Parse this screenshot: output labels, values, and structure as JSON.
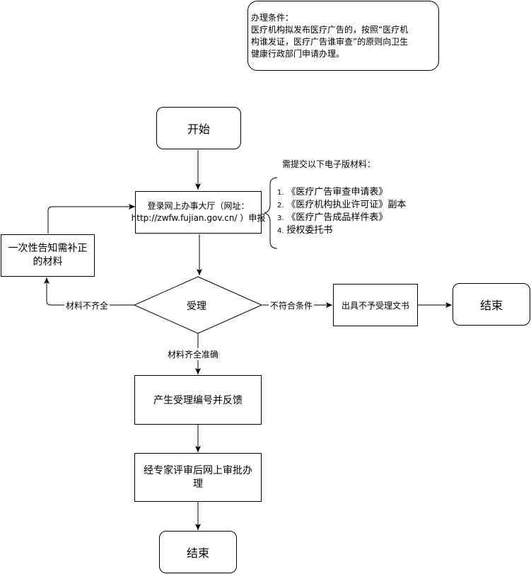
{
  "conditions": {
    "title": "办理条件：",
    "line1": "医疗机构拟发布医疗广告的，按照“医疗机",
    "line2": "构谁发证，医疗广告谁审查”的原则向卫生",
    "line3": "健康行政部门申请办理。"
  },
  "nodes": {
    "start": "开始",
    "login_line1": "登录网上办事大厅（网址：",
    "login_line2": "http://zwfw.fujian.gov.cn/ ）申报",
    "accept": "受理",
    "notify_line1": "一次性告知需补正",
    "notify_line2": "的材料",
    "reject_doc": "出具不予受理文书",
    "end_right": "结束",
    "generate": "产生受理编号并反馈",
    "expert_line1": "经专家评审后网上审批办",
    "expert_line2": "理",
    "end_bottom": "结束"
  },
  "materials": {
    "title": "需提交以下电子版材料：",
    "items": [
      {
        "num": "1.",
        "text": "《医疗广告审查申请表》"
      },
      {
        "num": "2.",
        "text": "《医疗机构执业许可证》副本"
      },
      {
        "num": "3.",
        "text": "《医疗广告成品样件表》"
      },
      {
        "num": "4.",
        "text": "授权委托书"
      }
    ]
  },
  "edges": {
    "incomplete": "材料不齐全",
    "not_qualified": "不符合条件",
    "complete": "材料齐全准确"
  }
}
